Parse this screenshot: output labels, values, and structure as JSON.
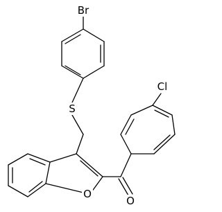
{
  "molecule": {
    "atom_labels": {
      "bromine": "Br",
      "sulfur": "S",
      "chlorine": "Cl",
      "oxygen_furan": "O",
      "oxygen_carbonyl": "O"
    }
  }
}
